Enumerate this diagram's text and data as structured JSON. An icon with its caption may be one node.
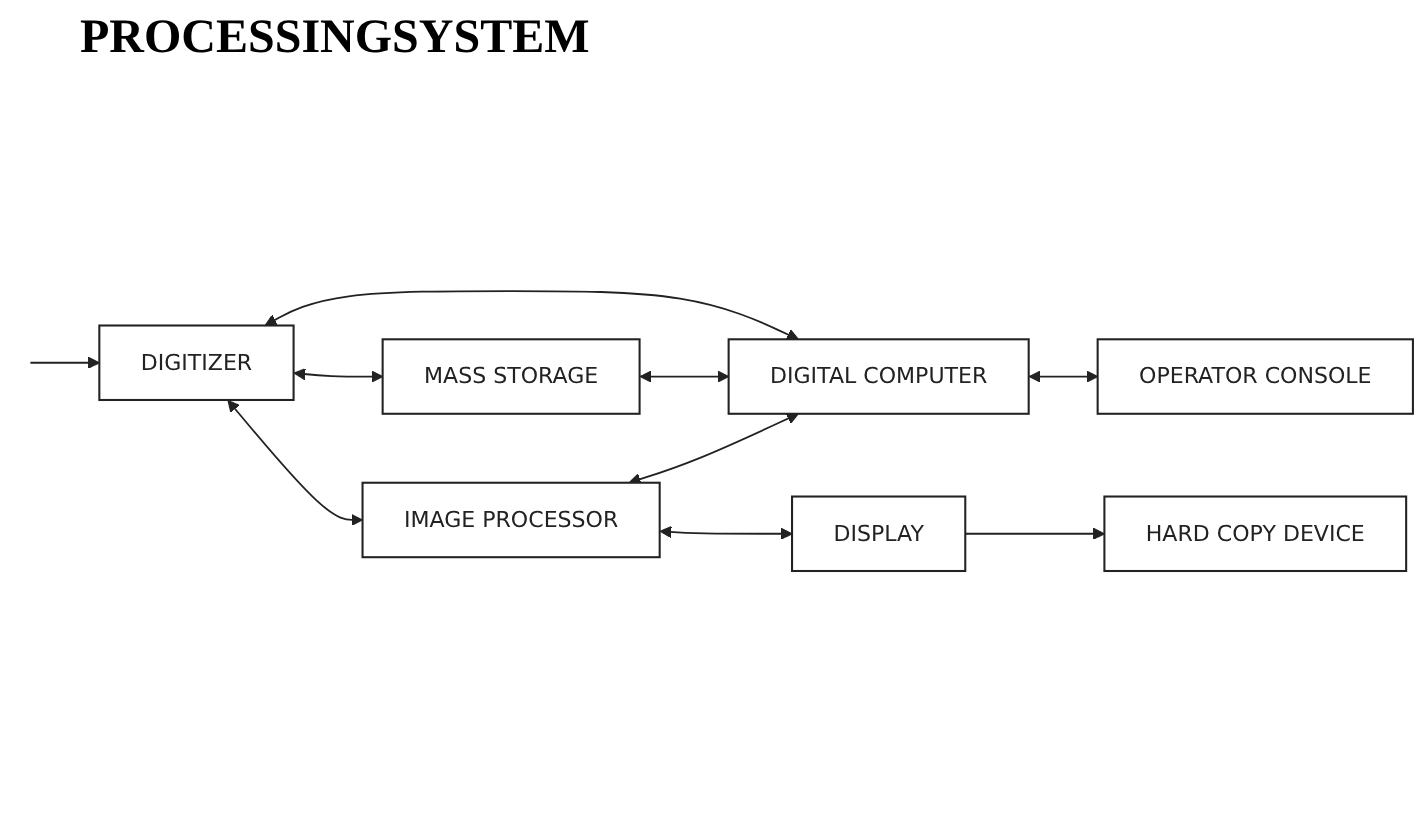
{
  "diagram": {
    "title": "PROCESSINGSYSTEM",
    "nodes": [
      {
        "text": [
          "DIGITIZER"
        ]
      },
      {
        "text": [
          "MASS STORAGE"
        ]
      },
      {
        "text": [
          "IMAGE PROCESSOR"
        ]
      },
      {
        "text": [
          "DIGITAL COMPUTER"
        ]
      },
      {
        "text": [
          "OPERATOR CONSOLE"
        ]
      },
      {
        "text": [
          "DISPLAY"
        ]
      },
      {
        "text": [
          "HARD COPY DEVICE"
        ]
      }
    ],
    "edges": [
      {
        "from": null,
        "to": 0,
        "arrow": "to"
      },
      {
        "from": 0,
        "to": 1,
        "arrow": "both"
      },
      {
        "from": 0,
        "to": 3,
        "arrow": "both"
      },
      {
        "from": 1,
        "to": 3,
        "arrow": "both"
      },
      {
        "from": 0,
        "to": 2,
        "arrow": "both"
      },
      {
        "from": 2,
        "to": 3,
        "arrow": "both"
      },
      {
        "from": 3,
        "to": 4,
        "arrow": "both"
      },
      {
        "from": 2,
        "to": 5,
        "arrow": "both"
      },
      {
        "from": 5,
        "to": 6,
        "arrow": "to"
      }
    ]
  }
}
